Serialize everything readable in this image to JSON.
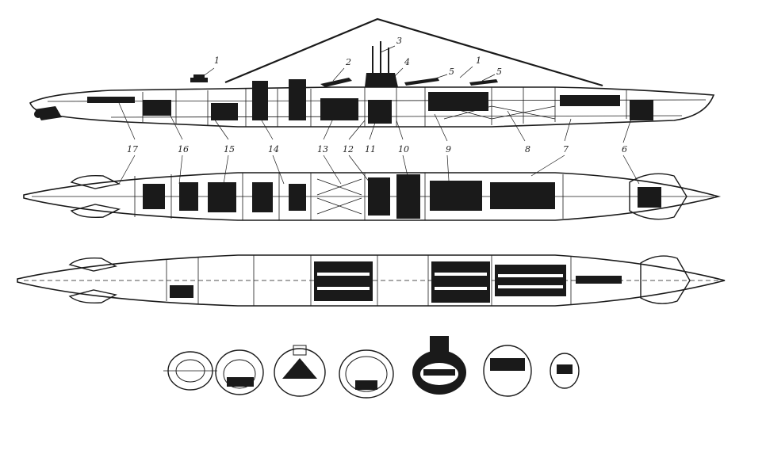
{
  "callouts": {
    "top": [
      {
        "id": "c1a",
        "text": "1"
      },
      {
        "id": "c2",
        "text": "2"
      },
      {
        "id": "c3",
        "text": "3"
      },
      {
        "id": "c4",
        "text": "4"
      },
      {
        "id": "c5a",
        "text": "5"
      },
      {
        "id": "c1b",
        "text": "1"
      },
      {
        "id": "c5b",
        "text": "5"
      }
    ],
    "bottom": [
      {
        "id": "c17",
        "text": "17"
      },
      {
        "id": "c16",
        "text": "16"
      },
      {
        "id": "c15",
        "text": "15"
      },
      {
        "id": "c14",
        "text": "14"
      },
      {
        "id": "c13",
        "text": "13"
      },
      {
        "id": "c12",
        "text": "12"
      },
      {
        "id": "c11",
        "text": "11"
      },
      {
        "id": "c10",
        "text": "10"
      },
      {
        "id": "c9",
        "text": "9"
      },
      {
        "id": "c8",
        "text": "8"
      },
      {
        "id": "c7",
        "text": "7"
      },
      {
        "id": "c6",
        "text": "6"
      }
    ]
  },
  "colors": {
    "ink": "#1a1a1a",
    "fill": "#111111",
    "paper": "#ffffff"
  }
}
